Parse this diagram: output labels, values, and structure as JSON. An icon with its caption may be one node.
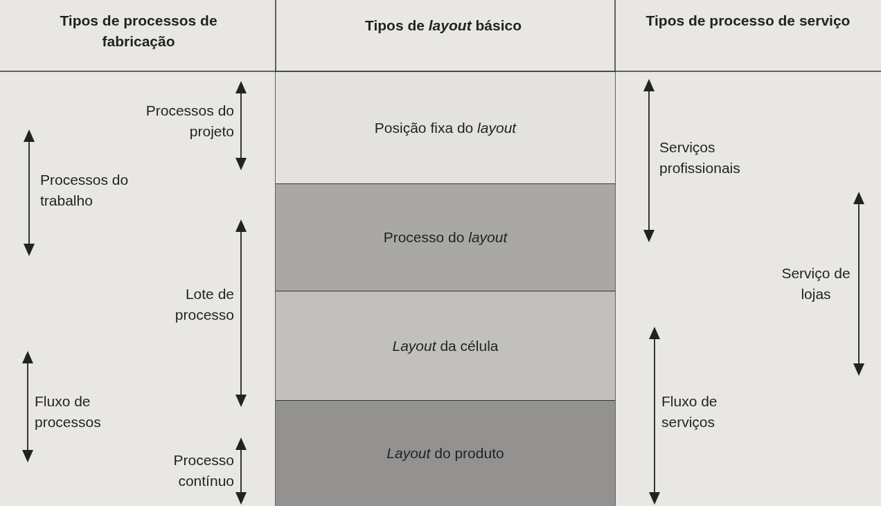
{
  "diagram": {
    "nodes": [
      {
        "text": [
          "Posição fixa do *layout*"
        ]
      },
      {
        "text": [
          "Processo do *layout*"
        ]
      },
      {
        "text": [
          "*Layout* da célula"
        ]
      },
      {
        "text": [
          "*Layout* do produto"
        ]
      }
    ],
    "labels": [
      "Tipos de processos de fabricação",
      "Tipos de *layout* básico",
      "Tipos de processo de serviço",
      "Processos do projeto",
      "Processos do trabalho",
      "Lote de processo",
      "Fluxo de processos",
      "Processo contínuo",
      "Serviços profissionais",
      "Serviço de lojas",
      "Fluxo de serviços"
    ]
  }
}
